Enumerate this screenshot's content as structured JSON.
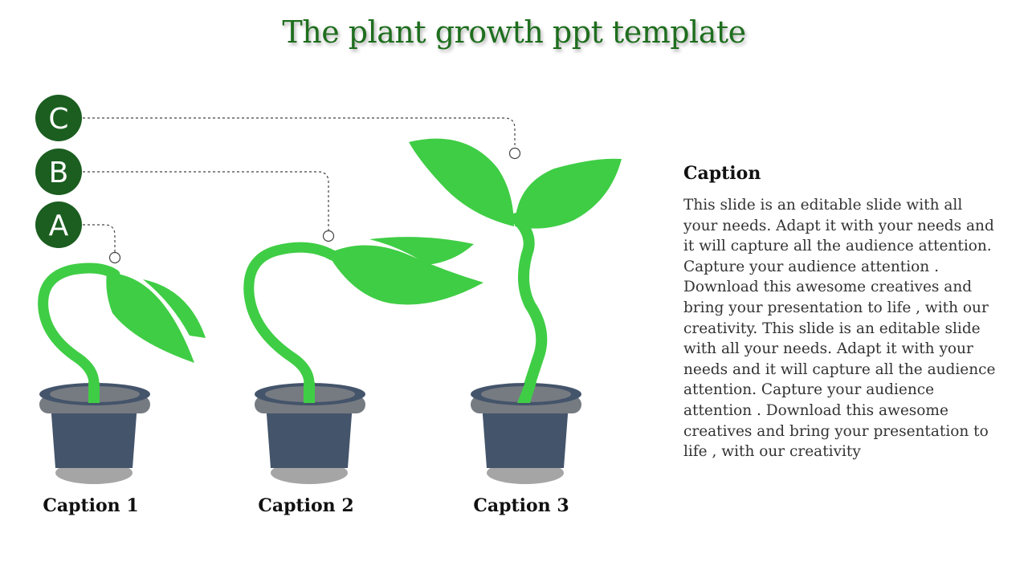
{
  "slide": {
    "title": "The plant growth ppt template",
    "badges": [
      "C",
      "B",
      "A"
    ],
    "captions": [
      "Caption 1",
      "Caption 2",
      "Caption 3"
    ],
    "side": {
      "heading": "Caption",
      "body": "This slide is an editable slide with all your needs. Adapt it with your needs and it will capture all the audience attention. Capture your audience attention . Download this awesome creatives and bring your presentation to life , with our creativity. This slide is an editable slide with all your needs. Adapt it with your needs and it will capture all the audience attention. Capture your audience attention . Download this awesome creatives and bring your presentation to life , with our creativity"
    }
  },
  "colors": {
    "title": "#1e6e1e",
    "badge": "#1b5e20",
    "leaf": "#3fcd45",
    "pot": "#44546a",
    "pot_rim": "#767b82",
    "pot_shadow": "#a5a5a5"
  },
  "icons": [
    "growth-stage-badge",
    "plant-pot",
    "seedling",
    "leaf",
    "dashed-connector"
  ]
}
